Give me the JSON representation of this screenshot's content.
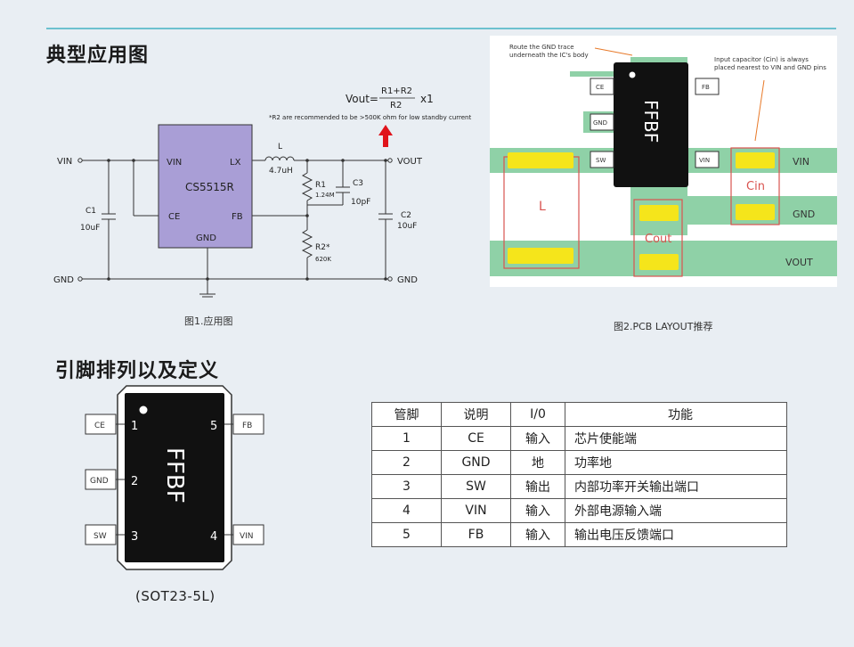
{
  "sections": {
    "typical_app_title": "典型应用图",
    "pinout_title": "引脚排列以及定义"
  },
  "schematic": {
    "formula_lhs": "Vout=",
    "formula_num": "R1+R2",
    "formula_den": "R2",
    "formula_mult": "x1",
    "note": "*R2 are recommended to be >500K ohm for low standby current",
    "chip_name": "CS5515R",
    "pin_vin": "VIN",
    "pin_lx": "LX",
    "pin_ce": "CE",
    "pin_fb": "FB",
    "pin_gnd": "GND",
    "net_vin": "VIN",
    "net_vout": "VOUT",
    "net_gnd_left": "GND",
    "net_gnd_right": "GND",
    "l_name": "L",
    "l_value": "4.7uH",
    "r1_name": "R1",
    "r1_value": "1.24M",
    "r2_name": "R2*",
    "r2_value": "620K",
    "c1_name": "C1",
    "c1_value": "10uF",
    "c2_name": "C2",
    "c2_value": "10uF",
    "c3_name": "C3",
    "c3_value": "10pF",
    "caption": "图1.应用图"
  },
  "pcb": {
    "note_gnd_trace_1": "Route the GND trace",
    "note_gnd_trace_2": "underneath the IC's body",
    "note_cin_1": "Input capacitor (Cin) is always",
    "note_cin_2": "placed nearest to VIN and GND pins",
    "chip_marking": "FFBF",
    "pin_ce": "CE",
    "pin_gnd": "GND",
    "pin_sw": "SW",
    "pin_fb": "FB",
    "pin_vin": "VIN",
    "net_vin": "VIN",
    "net_gnd": "GND",
    "net_vout": "VOUT",
    "label_l": "L",
    "label_cin": "Cin",
    "label_cout": "Cout",
    "caption": "图2.PCB LAYOUT推荐"
  },
  "package": {
    "marking": "FFBF",
    "pin_ce": "CE",
    "pin_gnd": "GND",
    "pin_sw": "SW",
    "pin_fb": "FB",
    "pin_vin": "VIN",
    "num_1": "1",
    "num_2": "2",
    "num_3": "3",
    "num_4": "4",
    "num_5": "5",
    "label": "(SOT23-5L)"
  },
  "pin_table": {
    "headers": [
      "管脚",
      "说明",
      "I/0",
      "功能"
    ],
    "rows": [
      [
        "1",
        "CE",
        "输入",
        "芯片使能端"
      ],
      [
        "2",
        "GND",
        "地",
        "功率地"
      ],
      [
        "3",
        "SW",
        "输出",
        "内部功率开关输出端口"
      ],
      [
        "4",
        "VIN",
        "输入",
        "外部电源输入端"
      ],
      [
        "5",
        "FB",
        "输入",
        "输出电压反馈端口"
      ]
    ]
  },
  "colors": {
    "accent_line": "#6cc1cf",
    "chip_fill": "#a99ed6",
    "pcb_green": "#8fd1a7",
    "pad_yellow": "#f5e51b",
    "highlight_red": "#d9534f",
    "arrow_red": "#e0141b"
  }
}
